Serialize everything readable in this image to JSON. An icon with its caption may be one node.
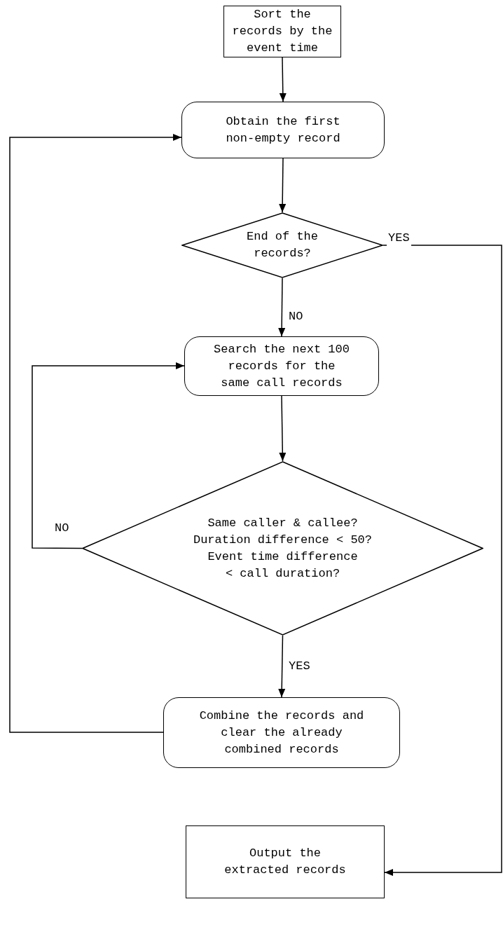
{
  "diagram": {
    "nodes": [
      {
        "text": [
          "Sort the records by the event time"
        ]
      },
      {
        "text": [
          "Obtain the first non-empty record"
        ]
      },
      {
        "text": [
          "End of the records?"
        ]
      },
      {
        "text": [
          "Search the next 100 records for the same call records"
        ]
      },
      {
        "text": [
          "Same caller & callee?",
          "Duration difference < 50?",
          "Event time difference < call duration?"
        ]
      },
      {
        "text": [
          "Combine the records and clear the already combined records"
        ]
      },
      {
        "text": [
          "Output the extracted records"
        ]
      }
    ],
    "edges": [
      {
        "from": 0,
        "to": 1,
        "arrow": "to"
      },
      {
        "from": 1,
        "to": 2,
        "arrow": "to"
      },
      {
        "from": 2,
        "to": 6,
        "arrow": "to",
        "label": "YES"
      },
      {
        "from": 2,
        "to": 3,
        "arrow": "to",
        "label": "NO"
      },
      {
        "from": 3,
        "to": 4,
        "arrow": "to"
      },
      {
        "from": 4,
        "to": 3,
        "arrow": "to",
        "label": "NO"
      },
      {
        "from": 4,
        "to": 5,
        "arrow": "to",
        "label": "YES"
      },
      {
        "from": 5,
        "to": 1,
        "arrow": "to"
      }
    ]
  }
}
